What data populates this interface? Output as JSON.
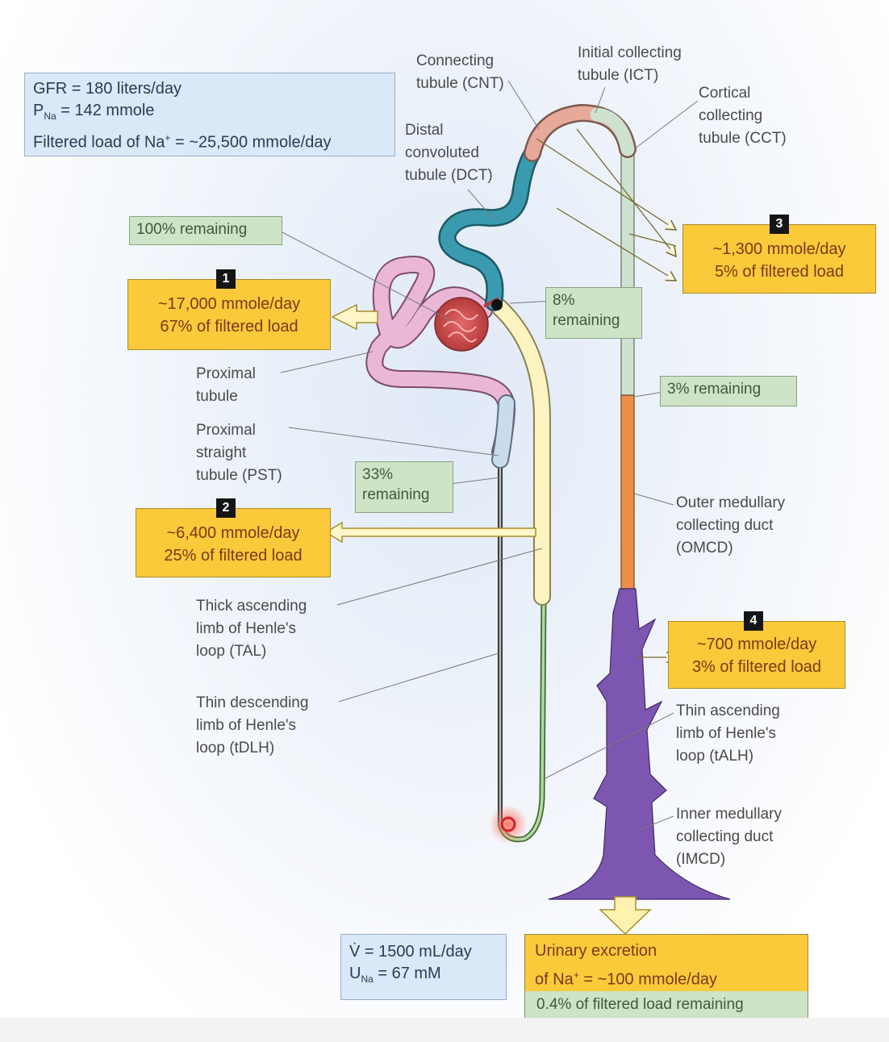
{
  "gfr_box": {
    "gfr": "GFR = 180 liters/day",
    "pna_prefix": "P",
    "pna_sub": "Na",
    "pna_rest": " = 142 mmole",
    "load_prefix": "Filtered load of Na",
    "load_sup": "+",
    "load_rest": " = ~25,500 mmole/day"
  },
  "remaining_labels": {
    "r100": "100% remaining",
    "r8_line1": "8%",
    "r8_line2": "remaining",
    "r33_line1": "33%",
    "r33_line2": "remaining",
    "r3": "3% remaining"
  },
  "reabsorption": {
    "s1": {
      "badge": "1",
      "line1": "~17,000 mmole/day",
      "line2": "67% of filtered load"
    },
    "s2": {
      "badge": "2",
      "line1": "~6,400 mmole/day",
      "line2": "25% of filtered load"
    },
    "s3": {
      "badge": "3",
      "line1": "~1,300 mmole/day",
      "line2": "5% of filtered load"
    },
    "s4": {
      "badge": "4",
      "line1": "~700 mmole/day",
      "line2": "3% of filtered load"
    }
  },
  "segment_labels": {
    "cnt": "Connecting\ntubule (CNT)",
    "ict": "Initial collecting\ntubule (ICT)",
    "cct": "Cortical\ncollecting\ntubule (CCT)",
    "dct": "Distal\nconvoluted\ntubule (DCT)",
    "pt": "Proximal\ntubule",
    "pst": "Proximal\nstraight\ntubule (PST)",
    "tal": "Thick ascending\nlimb of Henle's\nloop (TAL)",
    "tdlh": "Thin descending\nlimb of Henle's\nloop (tDLH)",
    "omcd": "Outer medullary\ncollecting duct\n(OMCD)",
    "talh": "Thin ascending\nlimb of Henle's\nloop (tALH)",
    "imcd": "Inner medullary\ncollecting duct\n(IMCD)"
  },
  "urine_box": {
    "v": "V̇ = 1500 mL/day",
    "una_prefix": "U",
    "una_sub": "Na",
    "una_rest": " = 67 mM"
  },
  "excretion": {
    "line1": "Urinary excretion",
    "line2_prefix": "of  Na",
    "line2_sup": "+",
    "line2_rest": " = ~100 mmole/day",
    "remaining": "0.4% of filtered load remaining"
  },
  "colors": {
    "proximal": "#eab8d6",
    "pst": "#c8dcee",
    "tal": "#fbf3c0",
    "dct": "#3a9bb0",
    "cnt": "#e7a99a",
    "cct": "#cfe1cf",
    "omcd": "#ee8e46",
    "imcd": "#7c56b1",
    "glomerulus": "#cf4b4b",
    "reabsorption_box": "#fbc93a",
    "remaining_box": "#cfe3c6",
    "info_box": "#dbe8f7"
  }
}
